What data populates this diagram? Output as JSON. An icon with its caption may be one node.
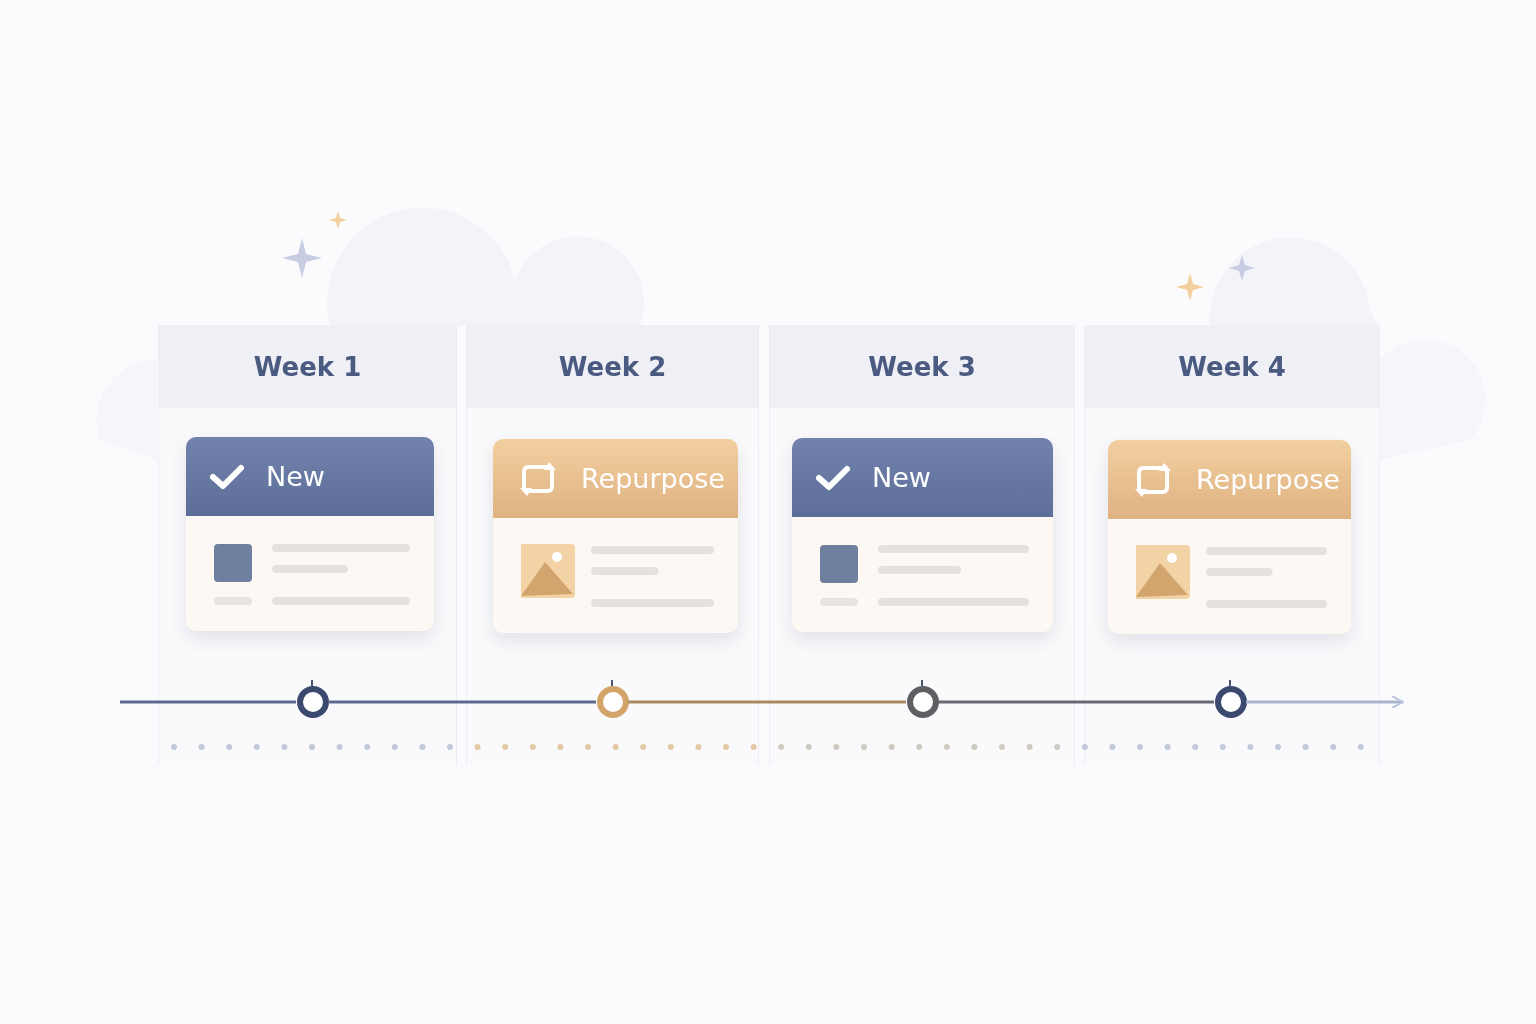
{
  "diagram": {
    "nodes": [
      {
        "text": [
          "Week 1"
        ]
      },
      {
        "text": [
          "Week 2"
        ]
      },
      {
        "text": [
          "Week 3"
        ]
      },
      {
        "text": [
          "Week 4"
        ]
      },
      {
        "text": [
          "New"
        ],
        "in": 0
      },
      {
        "text": [
          "Repurpose"
        ],
        "in": 1
      },
      {
        "text": [
          "New"
        ],
        "in": 2
      },
      {
        "text": [
          "Repurpose"
        ],
        "in": 3
      },
      {
        "text": [],
        "shape": "circle",
        "in": 0
      },
      {
        "text": [],
        "shape": "circle",
        "in": 1
      },
      {
        "text": [],
        "shape": "circle",
        "in": 2
      },
      {
        "text": [],
        "shape": "circle",
        "in": 3
      }
    ],
    "edges": [
      {
        "from": null,
        "to": 8,
        "arrow": "none"
      },
      {
        "from": 8,
        "to": 9,
        "arrow": "none"
      },
      {
        "from": 9,
        "to": 10,
        "arrow": "none",
        "color": "#a88a62"
      },
      {
        "from": 10,
        "to": 11,
        "arrow": "none",
        "color": "#666a73"
      },
      {
        "from": 11,
        "to": null,
        "arrow": "to"
      }
    ]
  }
}
